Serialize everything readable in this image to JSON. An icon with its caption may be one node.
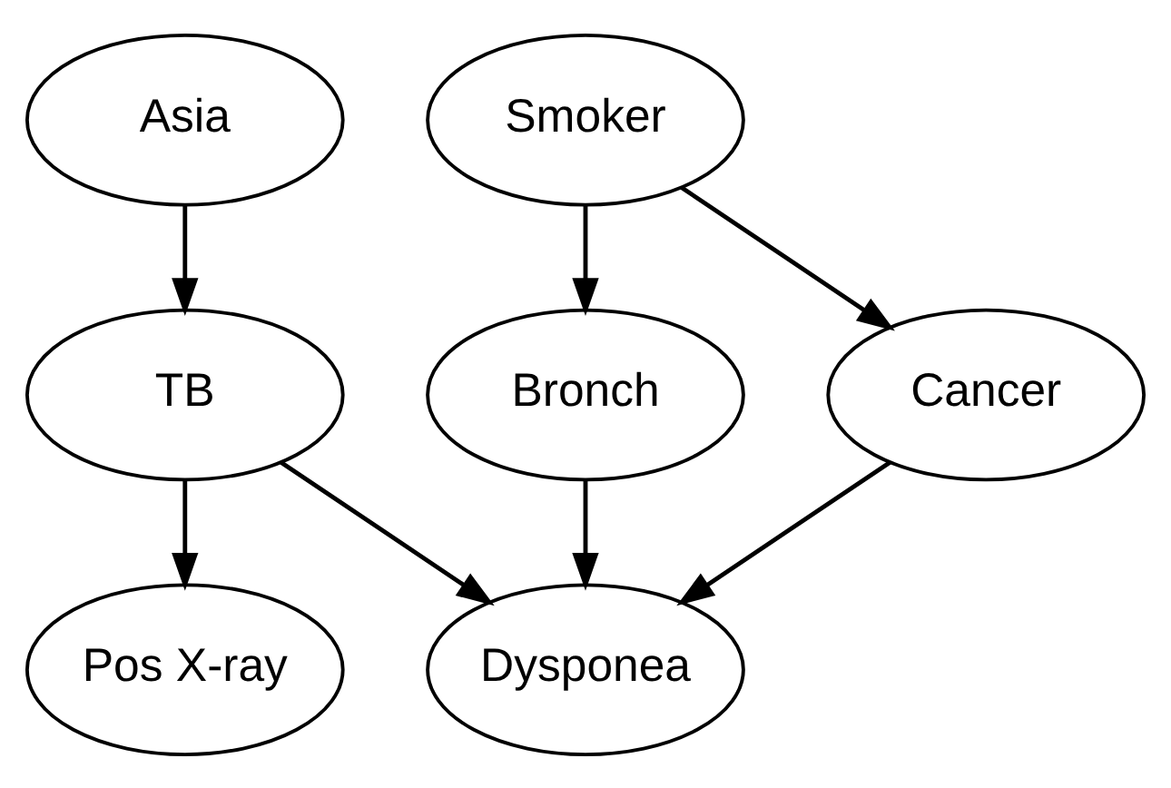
{
  "diagram": {
    "nodes": [
      {
        "text": [
          "Asia"
        ]
      },
      {
        "text": [
          "Smoker"
        ]
      },
      {
        "text": [
          "Bronch"
        ]
      },
      {
        "text": [
          "TB"
        ]
      },
      {
        "text": [
          "Cancer"
        ]
      },
      {
        "text": [
          "Pos X-ray"
        ]
      },
      {
        "text": [
          "Dysponea"
        ]
      }
    ],
    "edges": [
      {
        "from": 0,
        "to": 3,
        "arrow": "to"
      },
      {
        "from": 1,
        "to": 4,
        "arrow": "to"
      },
      {
        "from": 1,
        "to": 2,
        "arrow": "to"
      },
      {
        "from": 3,
        "to": 5,
        "arrow": "to"
      },
      {
        "from": 3,
        "to": 6,
        "arrow": "to"
      },
      {
        "from": 4,
        "to": 6,
        "arrow": "to"
      },
      {
        "from": 2,
        "to": 6,
        "arrow": "to"
      }
    ]
  }
}
